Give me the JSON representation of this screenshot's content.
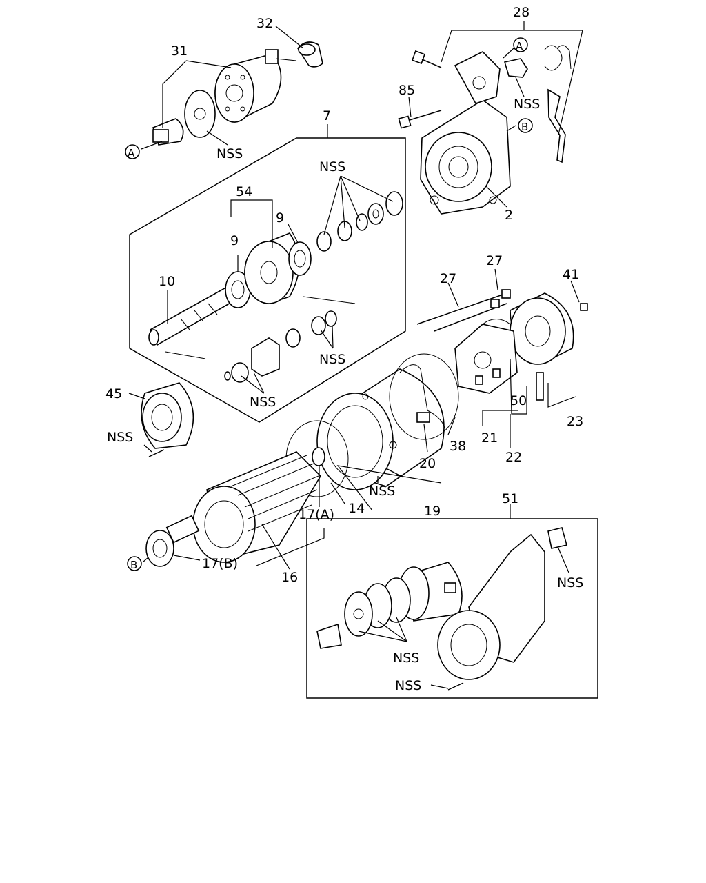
{
  "callouts": {
    "c28": "28",
    "c32": "32",
    "c31": "31",
    "c85": "85",
    "c7": "7",
    "c54": "54",
    "c9a": "9",
    "c9b": "9",
    "c10": "10",
    "c2": "2",
    "c27a": "27",
    "c27b": "27",
    "c41": "41",
    "c45": "45",
    "c50": "50",
    "c21": "21",
    "c23": "23",
    "c38": "38",
    "c20": "20",
    "c22": "22",
    "c14": "14",
    "c17a": "17(A)",
    "c19": "19",
    "c17b": "17(B)",
    "c16": "16",
    "c51": "51"
  },
  "nss_labels": {
    "n1": "NSS",
    "n2": "NSS",
    "n3": "NSS",
    "n4": "NSS",
    "n5": "NSS",
    "n6": "NSS",
    "n7": "NSS",
    "n8": "NSS",
    "n9": "NSS",
    "n10": "NSS"
  },
  "refs": {
    "a1": "A",
    "a2": "A",
    "b1": "B",
    "b2": "B"
  }
}
